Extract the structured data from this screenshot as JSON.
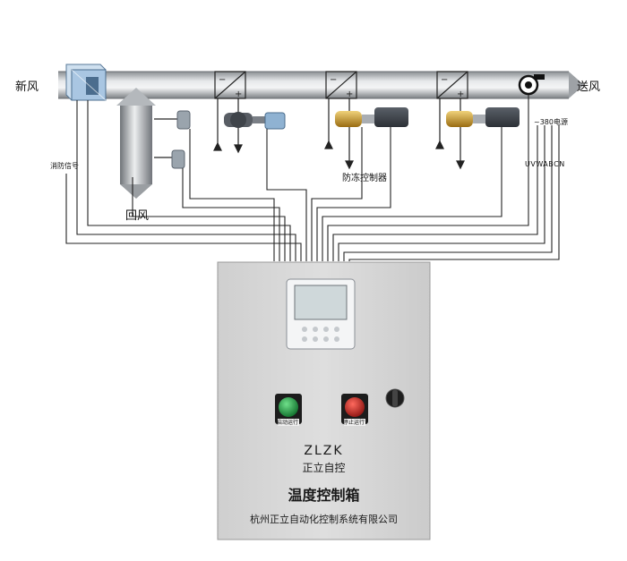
{
  "labels": {
    "fresh_air": "新风",
    "supply_air": "送风",
    "return_air": "回风",
    "fire_signal": "消防信号",
    "antifreeze_controller": "防冻控制器",
    "power_label": "~380电源",
    "power_terminals": "UVWABCN"
  },
  "cabinet": {
    "logo": "ZLZK",
    "logo_cn": "正立自控",
    "title": "温度控制箱",
    "company": "杭州正立自动化控制系统有限公司",
    "green_button_label": "启动运行",
    "red_button_label": "停止运行"
  },
  "colors": {
    "duct": "#b8bcc0",
    "cabinet": "#d9d9d9",
    "valve_brass": "#c89a2c",
    "green_button": "#1f9a3f",
    "red_button": "#c8201d"
  }
}
